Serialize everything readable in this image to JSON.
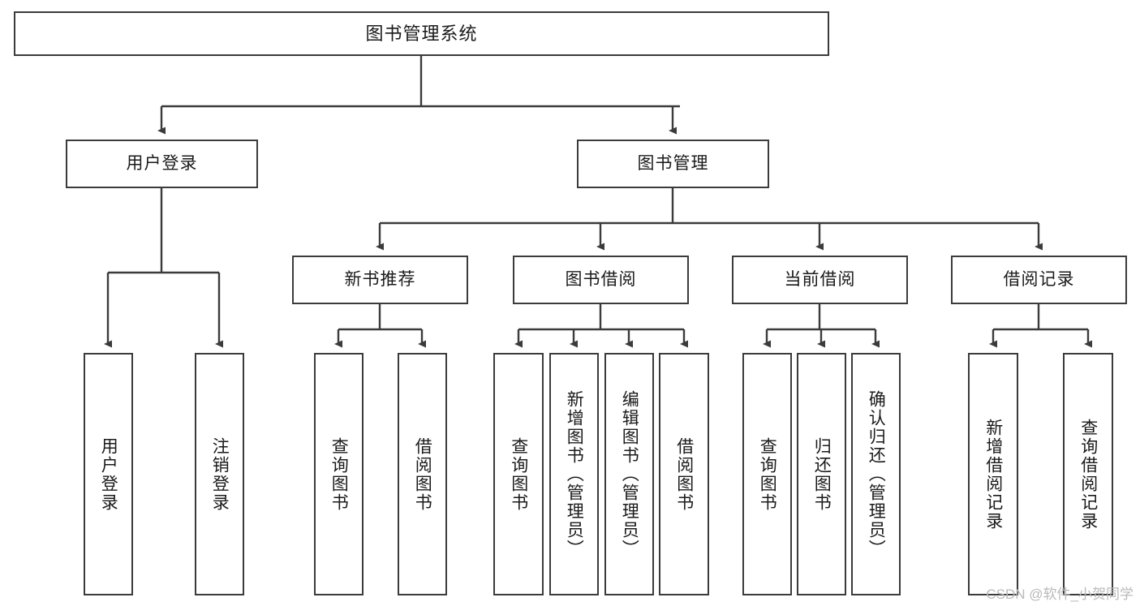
{
  "diagram": {
    "type": "tree",
    "title": "图书管理系统",
    "watermark": "CSDN @软件_小贺同学",
    "colors": {
      "stroke": "#3b3b3b",
      "fill": "#ffffff",
      "text": "#1a1a1a",
      "watermark": "#b9b9b9"
    },
    "root": {
      "label": "图书管理系统"
    },
    "level2": [
      {
        "label": "用户登录"
      },
      {
        "label": "图书管理"
      }
    ],
    "level3": [
      {
        "label": "新书推荐"
      },
      {
        "label": "图书借阅"
      },
      {
        "label": "当前借阅"
      },
      {
        "label": "借阅记录"
      }
    ],
    "leaves": {
      "user_login": [
        {
          "label": "用户登录"
        },
        {
          "label": "注销登录"
        }
      ],
      "new_book": [
        {
          "label": "查询图书"
        },
        {
          "label": "借阅图书"
        }
      ],
      "book_borrow": [
        {
          "label": "查询图书"
        },
        {
          "label": "新增图书（管理员）"
        },
        {
          "label": "编辑图书（管理员）"
        },
        {
          "label": "借阅图书"
        }
      ],
      "current_borrow": [
        {
          "label": "查询图书"
        },
        {
          "label": "归还图书"
        },
        {
          "label": "确认归还（管理员）"
        }
      ],
      "borrow_record": [
        {
          "label": "新增借阅记录"
        },
        {
          "label": "查询借阅记录"
        }
      ]
    }
  }
}
